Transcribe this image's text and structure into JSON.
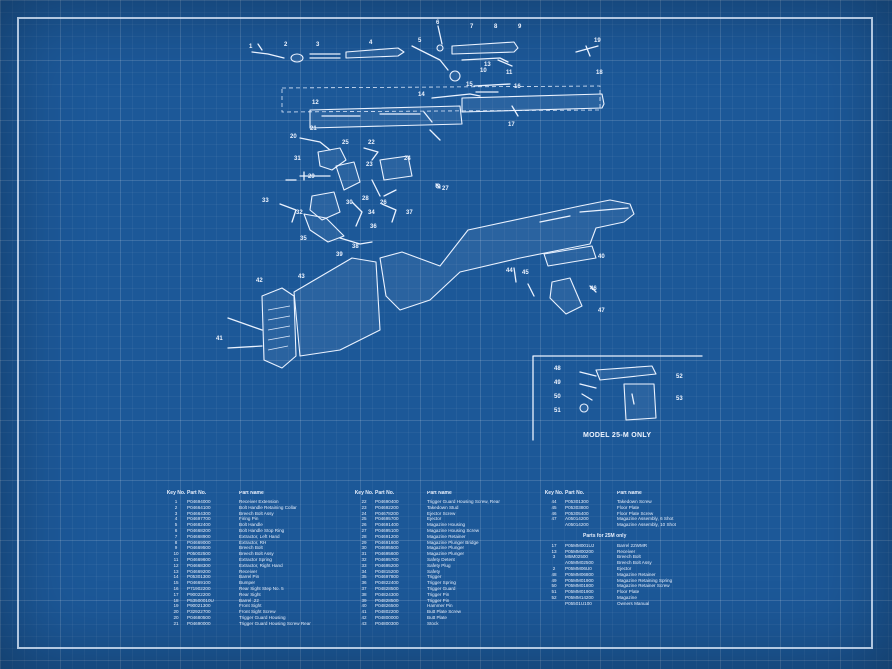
{
  "inset_caption": "MODEL 25-M ONLY",
  "callouts": {
    "n1": "1",
    "n2": "2",
    "n3": "3",
    "n4": "4",
    "n5": "5",
    "n6": "6",
    "n7": "7",
    "n8": "8",
    "n9": "9",
    "n10": "10",
    "n11": "11",
    "n12": "12",
    "n13": "13",
    "n14": "14",
    "n15": "15",
    "n16": "16",
    "n17": "17",
    "n18": "18",
    "n19": "19",
    "n20": "20",
    "n21": "21",
    "n22": "22",
    "n23": "23",
    "n24": "24",
    "n25": "25",
    "n26": "26",
    "n27": "27",
    "n28": "28",
    "n29": "29",
    "n30": "30",
    "n31": "31",
    "n32": "32",
    "n33": "33",
    "n34": "34",
    "n35": "35",
    "n36": "36",
    "n37": "37",
    "n38": "38",
    "n39": "39",
    "n40": "40",
    "n41": "41",
    "n42": "42",
    "n43": "43",
    "n44": "44",
    "n45": "45",
    "n46": "46",
    "n47": "47",
    "i48": "48",
    "i49": "49",
    "i50": "50",
    "i51": "51",
    "i52": "52",
    "i53": "53"
  },
  "table": {
    "headers": {
      "key": "Key No.",
      "part": "Part No.",
      "name": "Part Name"
    },
    "col1": [
      {
        "key": "1",
        "part": "P04694000",
        "name": "Receiver Extension"
      },
      {
        "key": "2",
        "part": "P04664100",
        "name": "Bolt Handle Retaining Collar"
      },
      {
        "key": "3",
        "part": "P04664300",
        "name": "Breech Bolt Assy"
      },
      {
        "key": "4",
        "part": "P04697700",
        "name": "Firing Pin"
      },
      {
        "key": "5",
        "part": "P04682400",
        "name": "Bolt Handle"
      },
      {
        "key": "6",
        "part": "P04668200",
        "name": "Bolt Handle Stop Ring"
      },
      {
        "key": "7",
        "part": "P04668900",
        "name": "Extractor, Left Hand"
      },
      {
        "key": "8",
        "part": "P04669000",
        "name": "Extractor, RH"
      },
      {
        "key": "9",
        "part": "P04669500",
        "name": "Breech Bolt"
      },
      {
        "key": "10",
        "part": "P05002500",
        "name": "Breech Bolt Assy"
      },
      {
        "key": "11",
        "part": "P04669600",
        "name": "Extractor Spring"
      },
      {
        "key": "12",
        "part": "P04668300",
        "name": "Extractor, Right Hand"
      },
      {
        "key": "13",
        "part": "P04669200",
        "name": "Receiver"
      },
      {
        "key": "14",
        "part": "P05301300",
        "name": "Barrel Pin"
      },
      {
        "key": "15",
        "part": "P04669100",
        "name": "Bumper"
      },
      {
        "key": "16",
        "part": "P71902200",
        "name": "Rear Sight Step No. 5"
      },
      {
        "key": "17",
        "part": "P90022200",
        "name": "Rear Sight"
      },
      {
        "key": "18",
        "part": "P53500010U",
        "name": "Barrel .22"
      },
      {
        "key": "19",
        "part": "P90021300",
        "name": "Front Sight"
      },
      {
        "key": "20",
        "part": "P32922700",
        "name": "Front Sight Screw"
      },
      {
        "key": "20",
        "part": "P04680500",
        "name": "Trigger Guard Housing"
      },
      {
        "key": "21",
        "part": "P04690000",
        "name": "Trigger Guard Housing Screw Rear"
      }
    ],
    "col2": [
      {
        "key": "22",
        "part": "P04690400",
        "name": "Trigger Guard Housing Screw, Rear"
      },
      {
        "key": "23",
        "part": "P04692200",
        "name": "Takedown Stud"
      },
      {
        "key": "24",
        "part": "P04678200",
        "name": "Ejector Screw"
      },
      {
        "key": "25",
        "part": "P04695700",
        "name": "Ejector"
      },
      {
        "key": "26",
        "part": "P04691400",
        "name": "Magazine Housing"
      },
      {
        "key": "27",
        "part": "P04695100",
        "name": "Magazine Housing Screw"
      },
      {
        "key": "28",
        "part": "P04691200",
        "name": "Magazine Retainer"
      },
      {
        "key": "29",
        "part": "P04691600",
        "name": "Magazine Plunger Bridge"
      },
      {
        "key": "30",
        "part": "P04695500",
        "name": "Magazine Plunger"
      },
      {
        "key": "31",
        "part": "P04695600",
        "name": "Magazine Plunger"
      },
      {
        "key": "32",
        "part": "P04695700",
        "name": "Safety Detent"
      },
      {
        "key": "33",
        "part": "P04695200",
        "name": "Safety Plug"
      },
      {
        "key": "34",
        "part": "P04815200",
        "name": "Safety"
      },
      {
        "key": "35",
        "part": "P04697800",
        "name": "Trigger"
      },
      {
        "key": "36",
        "part": "P04822400",
        "name": "Trigger Spring"
      },
      {
        "key": "37",
        "part": "P04828500",
        "name": "Trigger Guard"
      },
      {
        "key": "38",
        "part": "P04824300",
        "name": "Trigger Pin"
      },
      {
        "key": "39",
        "part": "P04828500",
        "name": "Trigger Pin"
      },
      {
        "key": "40",
        "part": "P04826500",
        "name": "Hammer Pin"
      },
      {
        "key": "41",
        "part": "P04802200",
        "name": "Butt Plate Screw"
      },
      {
        "key": "42",
        "part": "P04800000",
        "name": "Butt Plate"
      },
      {
        "key": "43",
        "part": "P04800300",
        "name": "Stock"
      }
    ],
    "col3": [
      {
        "key": "44",
        "part": "P05301300",
        "name": "Takedown Screw"
      },
      {
        "key": "45",
        "part": "P05303800",
        "name": "Floor Plate"
      },
      {
        "key": "46",
        "part": "P05305400",
        "name": "Floor Plate Screw"
      },
      {
        "key": "47",
        "part": "A05014200",
        "name": "Magazine Assembly, 6 Shot"
      },
      {
        "key": "",
        "part": "A05014200",
        "name": "Magazine Assembly, 10 Shot"
      }
    ],
    "col3_sub_heading": "Parts for 25M only",
    "col3_sub": [
      {
        "key": "17",
        "part": "P05MM001UJ",
        "name": "Barrel 22WMR"
      },
      {
        "key": "13",
        "part": "P05MM00200",
        "name": "Receiver"
      },
      {
        "key": "3",
        "part": "M5M02500",
        "name": "Breech Bolt"
      },
      {
        "key": "",
        "part": "A05MM02500",
        "name": "Breech Bolt Assy"
      },
      {
        "key": "2",
        "part": "P05MM06U0",
        "name": "Ejector"
      },
      {
        "key": "48",
        "part": "P05MM06800",
        "name": "Magazine Retainer"
      },
      {
        "key": "49",
        "part": "P05MM01900",
        "name": "Magazine Retaining Spring"
      },
      {
        "key": "50",
        "part": "P05MM01800",
        "name": "Magazine Retainer Screw"
      },
      {
        "key": "51",
        "part": "P05MM01900",
        "name": "Floor Plate"
      },
      {
        "key": "52",
        "part": "P05MM14200",
        "name": "Magazine"
      },
      {
        "key": "",
        "part": "P05501U100",
        "name": "Owners Manual"
      }
    ]
  }
}
